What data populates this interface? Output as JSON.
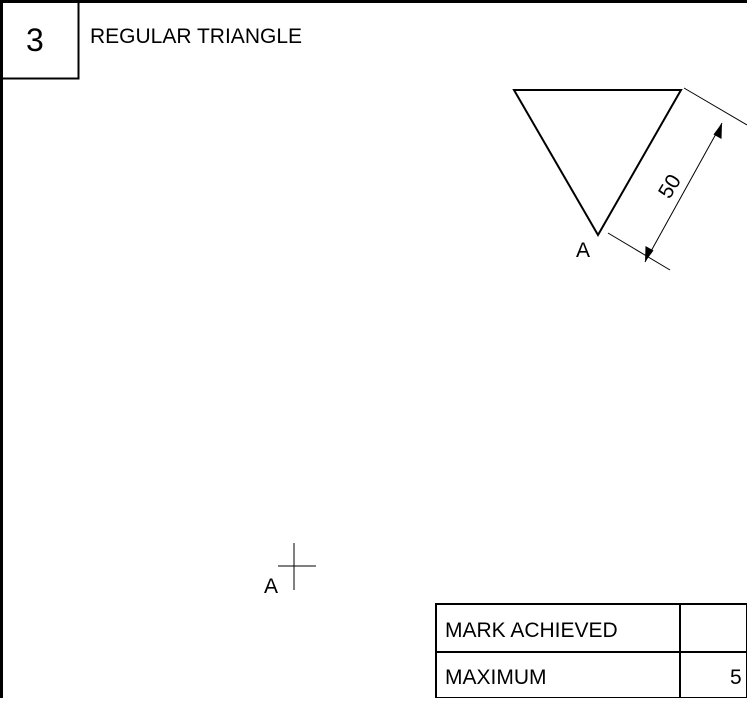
{
  "question": {
    "number": "3",
    "title": "REGULAR TRIANGLE"
  },
  "drawing": {
    "vertex_top_label": "A",
    "vertex_bottom_label": "A",
    "dimension_label": "50"
  },
  "marks_table": {
    "mark_achieved_label": "MARK ACHIEVED",
    "mark_achieved_value": "",
    "maximum_label": "MAXIMUM",
    "maximum_value": "5"
  }
}
